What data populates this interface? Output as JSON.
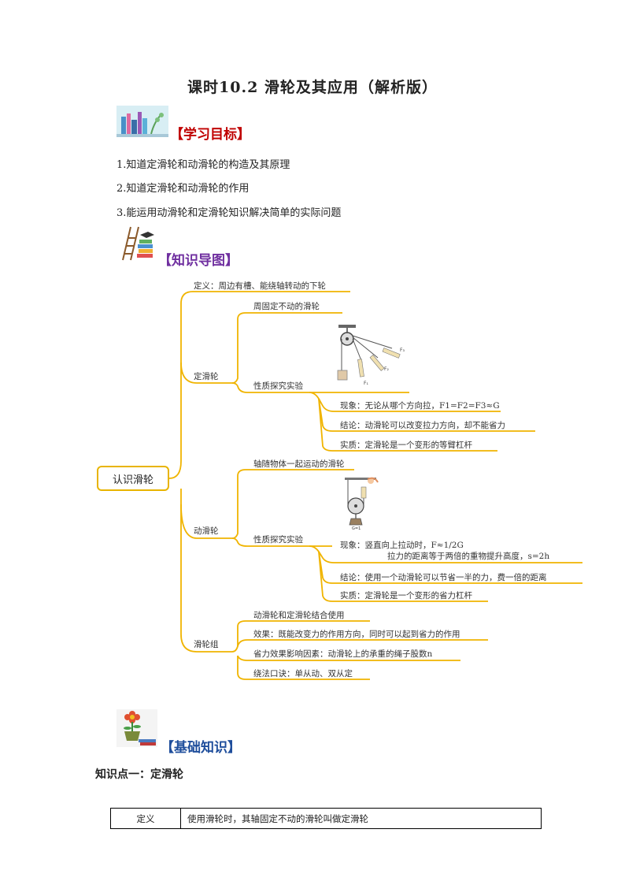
{
  "title": "课时10.2   滑轮及其应用（解析版）",
  "sections": {
    "goals_heading": "【学习目标】",
    "mindmap_heading": "【知识导图】",
    "basics_heading": "【基础知识】"
  },
  "goals": [
    "1.知道定滑轮和动滑轮的构造及其原理",
    "2.知道定滑轮和动滑轮的作用",
    "3.能运用动滑轮和定滑轮知识解决简单的实际问题"
  ],
  "mindmap": {
    "root": "认识滑轮",
    "definition": "定义：周边有槽、能绕轴转动的下轮",
    "fixed": {
      "label": "定滑轮",
      "desc": "周固定不动的滑轮",
      "experiment": "性质探究实验",
      "phenomenon": "现象：无论从哪个方向拉，F1=F2=F3≈G",
      "conclusion": "结论：动滑轮可以改变拉力方向，却不能省力",
      "essence": "实质：定滑轮是一个变形的等臂杠杆"
    },
    "movable": {
      "label": "动滑轮",
      "desc": "轴随物体一起运动的滑轮",
      "experiment": "性质探究实验",
      "phenomenon_1": "现象：竖直向上拉动时，F≈1/2G",
      "phenomenon_2": "拉力的距离等于两倍的重物提升高度，s=2h",
      "conclusion": "结论：使用一个动滑轮可以节省一半的力，费一倍的距离",
      "essence": "实质：定滑轮是一个变形的省力杠杆"
    },
    "block": {
      "label": "滑轮组",
      "items": [
        "动滑轮和定滑轮结合使用",
        "效果：既能改变力的作用方向，同时可以起到省力的作用",
        "省力效果影响因素：动滑轮上的承重的绳子股数n",
        "绕法口诀：单从动、双从定"
      ]
    }
  },
  "figure_labels": {
    "f1": "F₁",
    "f2": "F₂",
    "f3": "F₃",
    "g": "G=1"
  },
  "knowledge_point": "知识点一：定滑轮",
  "definition_table": {
    "header": "定义",
    "content": "使用滑轮时，其轴固定不动的滑轮叫做定滑轮"
  },
  "colors": {
    "branch": "#f0b400",
    "heading_red": "#c00000",
    "heading_purple": "#7030a0",
    "heading_blue": "#1f4e9c"
  }
}
